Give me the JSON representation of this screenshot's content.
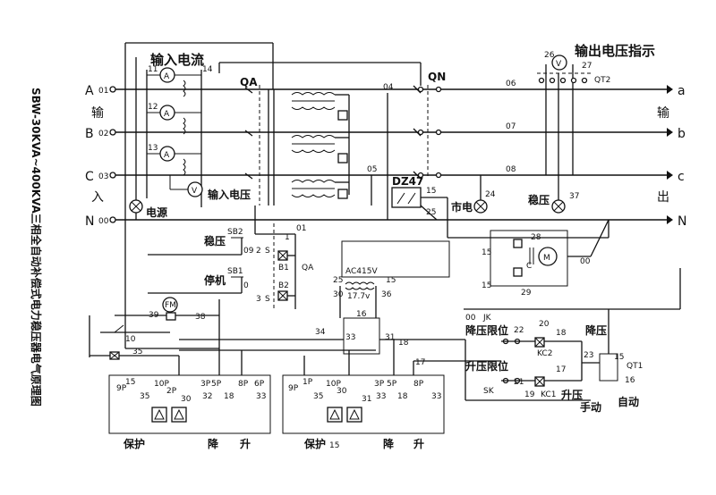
{
  "title_vertical": "SBW-30KVA~400KVA三相全自动补偿式电力稳压器电气原理图",
  "inputs": {
    "phase_a": "A",
    "phase_b": "B",
    "phase_c": "C",
    "neutral": "N",
    "wire_a": "01",
    "wire_b": "02",
    "wire_c": "03",
    "wire_n": "00",
    "side_char_1": "输",
    "side_char_2": "入"
  },
  "outputs": {
    "phase_a": "a",
    "phase_b": "b",
    "phase_c": "c",
    "neutral": "N",
    "wire_a": "06",
    "wire_b": "07",
    "wire_c": "08",
    "side_char_1": "输",
    "side_char_2": "出"
  },
  "labels": {
    "input_current": "输入电流",
    "input_voltage": "输入电压",
    "output_voltage_indicator": "输出电压指示",
    "power": "电源",
    "stabilize": "稳压",
    "stop": "停机",
    "mains": "市电",
    "stab_lamp": "稳压",
    "step_down_limit": "降压限位",
    "step_up_limit": "升压限位",
    "step_down": "降压",
    "step_up": "升压",
    "manual": "手动",
    "auto": "自动",
    "protect_1": "保护",
    "down_1": "降",
    "up_1": "升",
    "protect_2": "保护",
    "down_2": "降",
    "up_2": "升",
    "ac_supply": "AC415V",
    "ac_secondary": "17.7v",
    "fan": "FM",
    "motor": "M",
    "ammeter": "A",
    "voltmeter": "V"
  },
  "components": {
    "qa": "QA",
    "qn": "QN",
    "dz47": "DZ47",
    "qt1": "QT1",
    "qt2": "QT2",
    "sb2": "SB2",
    "sb1": "SB1",
    "b1": "B1",
    "b2": "B2",
    "kc1": "KC1",
    "kc2": "KC2",
    "jk": "JK",
    "sk": "SK",
    "c": "C",
    "s": "S"
  },
  "terminals": {
    "t11": "11",
    "t12": "12",
    "t13": "13",
    "t14": "14",
    "t04": "04",
    "t05": "05",
    "t15": "15",
    "t25": "25",
    "t24": "24",
    "t26": "26",
    "t27": "27",
    "t37": "37",
    "t28": "28",
    "t29": "29",
    "t00": "00",
    "t01": "01",
    "t09": "09",
    "t1": "1",
    "t2": "2",
    "t3": "3",
    "t0": "0",
    "t38": "38",
    "t39": "39",
    "t10": "10",
    "t35": "35",
    "t30": "30",
    "t36": "36",
    "t16": "16",
    "t33": "33",
    "t34": "34",
    "t31": "31",
    "t18": "18",
    "t17": "17",
    "t32": "32",
    "t20": "20",
    "t22": "22",
    "t19": "19",
    "t21": "21",
    "t23": "23",
    "p9": "9P",
    "p10": "10P",
    "p2": "2P",
    "p3": "3P",
    "p5": "5P",
    "p8": "8P",
    "p6": "6P",
    "p1": "1P",
    "sub15": "15"
  }
}
